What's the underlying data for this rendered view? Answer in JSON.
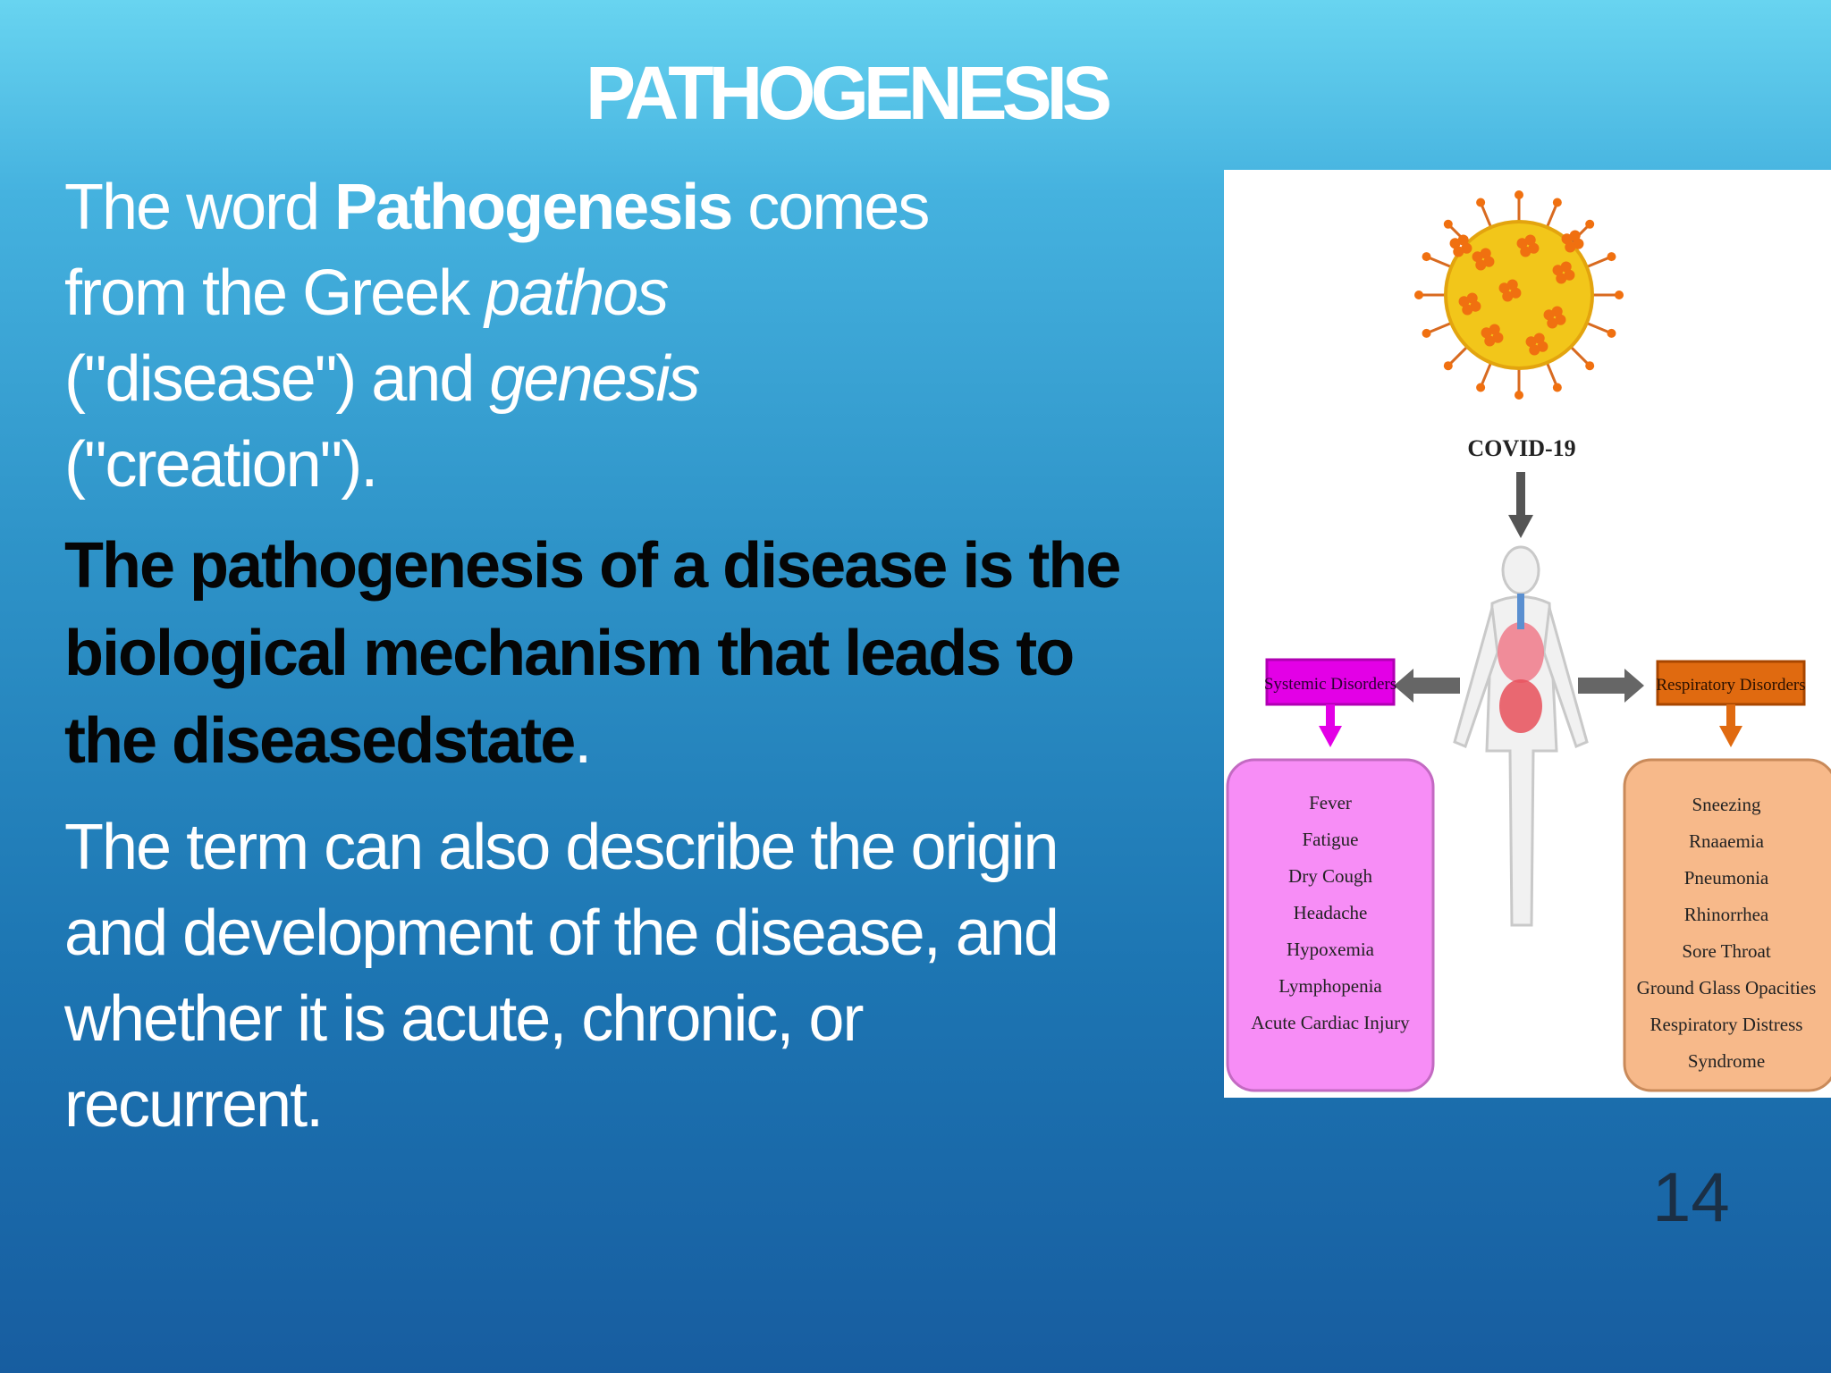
{
  "slide": {
    "title": "PATHOGENESIS",
    "page_number": "14"
  },
  "etymology": {
    "l1_a": "The word ",
    "l1_b": "Pathogenesis",
    "l1_c": " comes",
    "l2_a": "from  the Greek ",
    "l2_b": "pathos",
    "l3_a": "(\"disease\") and  ",
    "l3_b": "genesis",
    "l4": "(\"creation\")."
  },
  "definition": {
    "l1": "The pathogenesis of  a disease is the",
    "l2": "biological  mechanism that leads to",
    "l3": "the diseasedstate",
    "l3_end": "."
  },
  "description": {
    "l1": "The term  can also describe the origin",
    "l2": "and  development of the disease, and",
    "l3": "whether it  is acute, chronic, or",
    "l4": "recurrent."
  },
  "figure": {
    "virus_label": "COVID-19",
    "systemic_header": "Systemic Disorders",
    "respiratory_header": "Respiratory Disorders",
    "systemic_items": [
      "Fever",
      "Fatigue",
      "Dry Cough",
      "Headache",
      "Hypoxemia",
      "Lymphopenia",
      "Acute Cardiac Injury"
    ],
    "respiratory_items": [
      "Sneezing",
      "Rnaaemia",
      "Pneumonia",
      "Rhinorrhea",
      "Sore Throat",
      "Ground Glass Opacities",
      "Respiratory Distress",
      "Syndrome"
    ],
    "colors": {
      "systemic": "#e300e6",
      "systemic_box": "#f78df6",
      "respiratory": "#e06a10",
      "respiratory_box": "#f7b98a",
      "virus": "#f2c61a",
      "spikes": "#f07010"
    }
  }
}
